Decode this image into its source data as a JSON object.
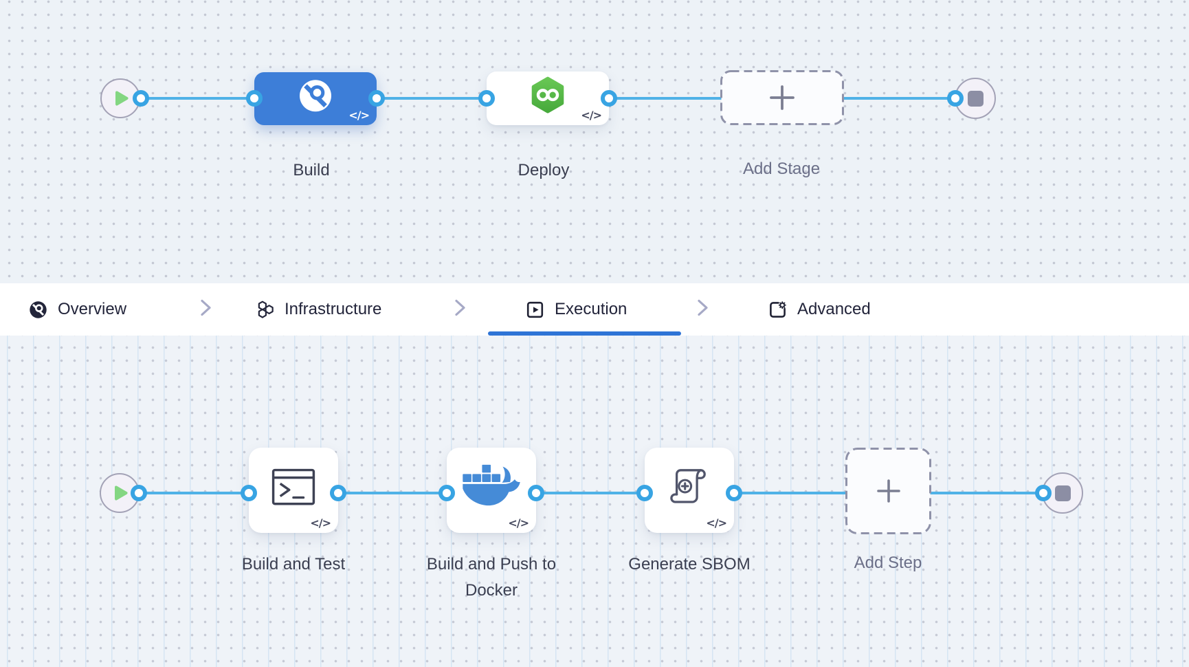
{
  "canvas": {
    "code_badge": "</>"
  },
  "stage_flow": {
    "stages": [
      {
        "label": "Build",
        "icon": "harness-ci-icon",
        "style": "blue-selected"
      },
      {
        "label": "Deploy",
        "icon": "harness-cd-icon",
        "style": "white"
      }
    ],
    "add_stage": {
      "label": "Add Stage",
      "icon": "plus-icon"
    },
    "start_icon": "play-icon",
    "end_icon": "stop-icon"
  },
  "tab_bar": {
    "tabs": [
      {
        "label": "Overview",
        "icon": "overview-pipeline-icon",
        "active": false
      },
      {
        "label": "Infrastructure",
        "icon": "infrastructure-hexagons-icon",
        "active": false
      },
      {
        "label": "Execution",
        "icon": "execution-play-box-icon",
        "active": true
      },
      {
        "label": "Advanced",
        "icon": "advanced-gear-box-icon",
        "active": false
      }
    ]
  },
  "step_flow": {
    "steps": [
      {
        "label": "Build and Test",
        "icon": "terminal-icon"
      },
      {
        "label": "Build and Push to Docker",
        "icon": "docker-whale-icon"
      },
      {
        "label": "Generate SBOM",
        "icon": "sbom-scroll-icon"
      }
    ],
    "add_step": {
      "label": "Add Step",
      "icon": "plus-icon"
    },
    "start_icon": "play-icon",
    "end_icon": "stop-icon"
  },
  "colors": {
    "connector_blue": "#50B2E7",
    "port_ring_blue": "#38A4E3",
    "stage_node_blue": "#3D7ED8",
    "cd_green": "#54B948",
    "play_green": "#84D682",
    "tab_underline_blue": "#2E74D6",
    "dashed_border_gray": "#8F92A9"
  }
}
